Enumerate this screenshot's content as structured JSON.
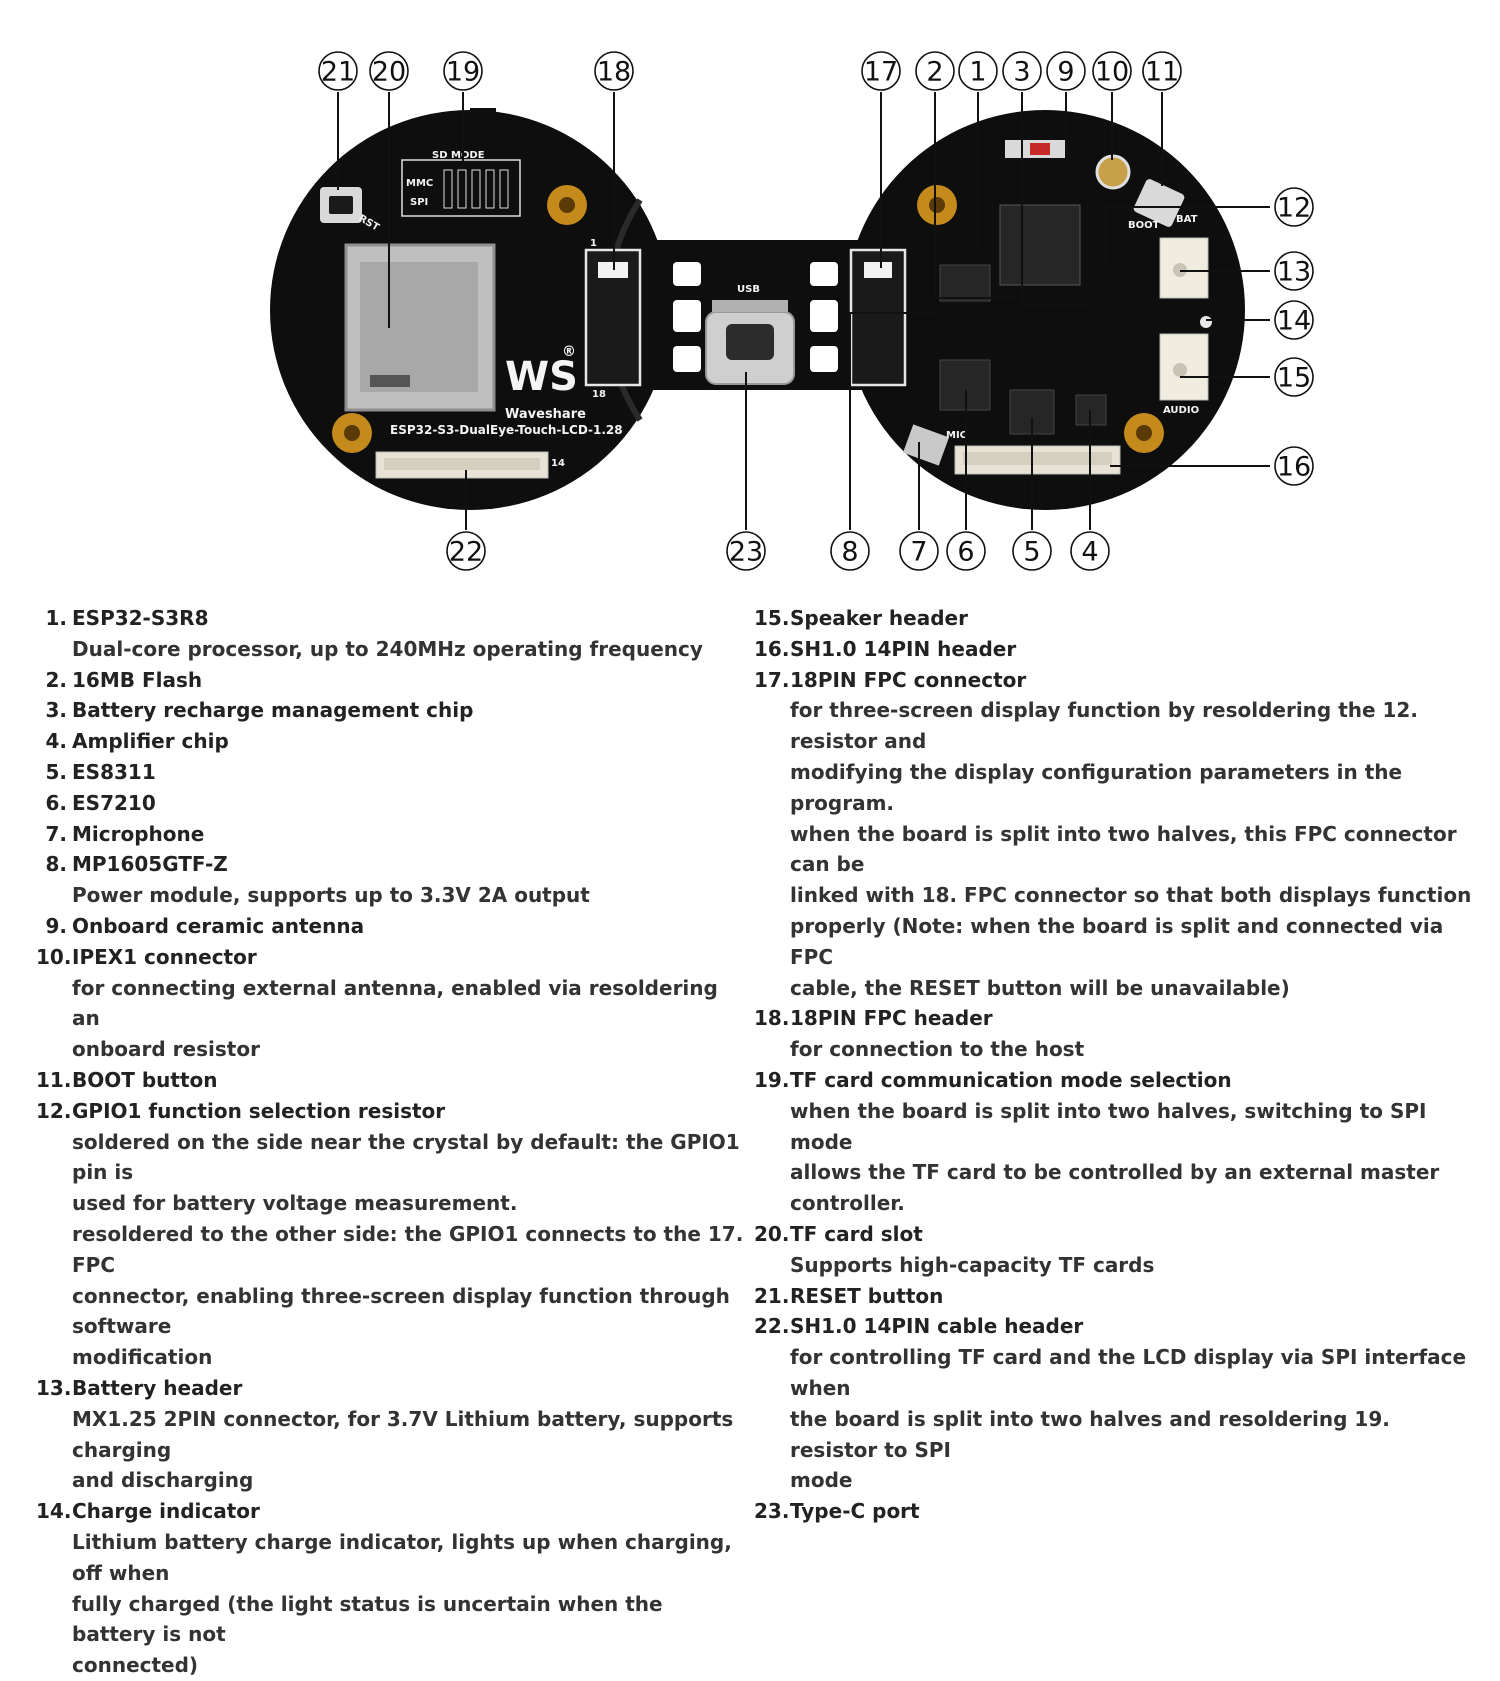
{
  "board": {
    "silkscreen": {
      "sd_mode": "SD MODE",
      "mmc": "MMC",
      "spi": "SPI",
      "rst": "RST",
      "usb": "USB",
      "boot": "BOOT",
      "bat": "BAT",
      "audio": "AUDIO",
      "mic": "MIC",
      "brand": "Waveshare",
      "model": "ESP32-S3-DualEye-Touch-LCD-1.28",
      "pin_1": "1",
      "pin_18": "18",
      "pin_14": "14",
      "logo": "WS",
      "registered": "®"
    }
  },
  "callouts": [
    "21",
    "20",
    "19",
    "18",
    "17",
    "2",
    "1",
    "3",
    "9",
    "10",
    "11",
    "12",
    "13",
    "14",
    "15",
    "16",
    "22",
    "23",
    "8",
    "7",
    "6",
    "5",
    "4"
  ],
  "legend_left": [
    {
      "num": "1.",
      "title": "ESP32-S3R8",
      "desc": [
        "Dual-core processor, up to 240MHz operating frequency"
      ]
    },
    {
      "num": "2.",
      "title": "16MB Flash",
      "desc": []
    },
    {
      "num": "3.",
      "title": "Battery recharge management chip",
      "desc": []
    },
    {
      "num": "4.",
      "title": "Amplifier chip",
      "desc": []
    },
    {
      "num": "5.",
      "title": "ES8311",
      "desc": []
    },
    {
      "num": "6.",
      "title": "ES7210",
      "desc": []
    },
    {
      "num": "7.",
      "title": "Microphone",
      "desc": []
    },
    {
      "num": "8.",
      "title": "MP1605GTF-Z",
      "desc": [
        "Power module, supports up to 3.3V 2A output"
      ]
    },
    {
      "num": "9.",
      "title": "Onboard ceramic antenna",
      "desc": []
    },
    {
      "num": "10.",
      "title": "IPEX1 connector",
      "desc": [
        "for connecting external antenna, enabled via resoldering an",
        "onboard resistor"
      ]
    },
    {
      "num": "11.",
      "title": "BOOT button",
      "desc": []
    },
    {
      "num": "12.",
      "title": "GPIO1 function selection resistor",
      "desc": [
        "soldered on the side near the crystal by default: the GPIO1 pin is",
        "used for battery voltage measurement.",
        "resoldered to the other side: the GPIO1 connects to the 17. FPC",
        "connector, enabling three-screen display function through software",
        "modification"
      ]
    },
    {
      "num": "13.",
      "title": "Battery header",
      "desc": [
        "MX1.25 2PIN connector, for 3.7V Lithium battery, supports charging",
        "and discharging"
      ]
    },
    {
      "num": "14.",
      "title": "Charge indicator",
      "desc": [
        "Lithium battery charge indicator, lights up when charging, off when",
        "fully charged (the light status is uncertain when the battery is not",
        "connected)"
      ]
    }
  ],
  "legend_right": [
    {
      "num": "15.",
      "title": "Speaker header",
      "desc": []
    },
    {
      "num": "16.",
      "title": "SH1.0 14PIN header",
      "desc": []
    },
    {
      "num": "17.",
      "title": "18PIN FPC connector",
      "desc": [
        "for three-screen display function by resoldering the 12. resistor and",
        "modifying the display configuration parameters in the program.",
        "when the board is split into two halves, this FPC connector can be",
        "linked with 18. FPC connector so that both displays function",
        "properly (Note: when the board is split and connected via FPC",
        "cable, the RESET button will be unavailable)"
      ]
    },
    {
      "num": "18.",
      "title": "18PIN FPC header",
      "desc": [
        "for connection to the host"
      ]
    },
    {
      "num": "19.",
      "title": "TF card communication mode selection",
      "desc": [
        "when the board is split into two halves, switching to SPI mode",
        "allows the TF card to be controlled by an external master controller."
      ]
    },
    {
      "num": "20.",
      "title": "TF card slot",
      "desc": [
        "Supports high-capacity TF cards"
      ]
    },
    {
      "num": "21.",
      "title": "RESET button",
      "desc": []
    },
    {
      "num": "22.",
      "title": "SH1.0 14PIN cable header",
      "desc": [
        "for controlling TF card and the LCD display via SPI interface when",
        "the board is split into two halves and resoldering 19. resistor to SPI",
        "mode"
      ]
    },
    {
      "num": "23.",
      "title": "Type-C port",
      "desc": []
    }
  ]
}
